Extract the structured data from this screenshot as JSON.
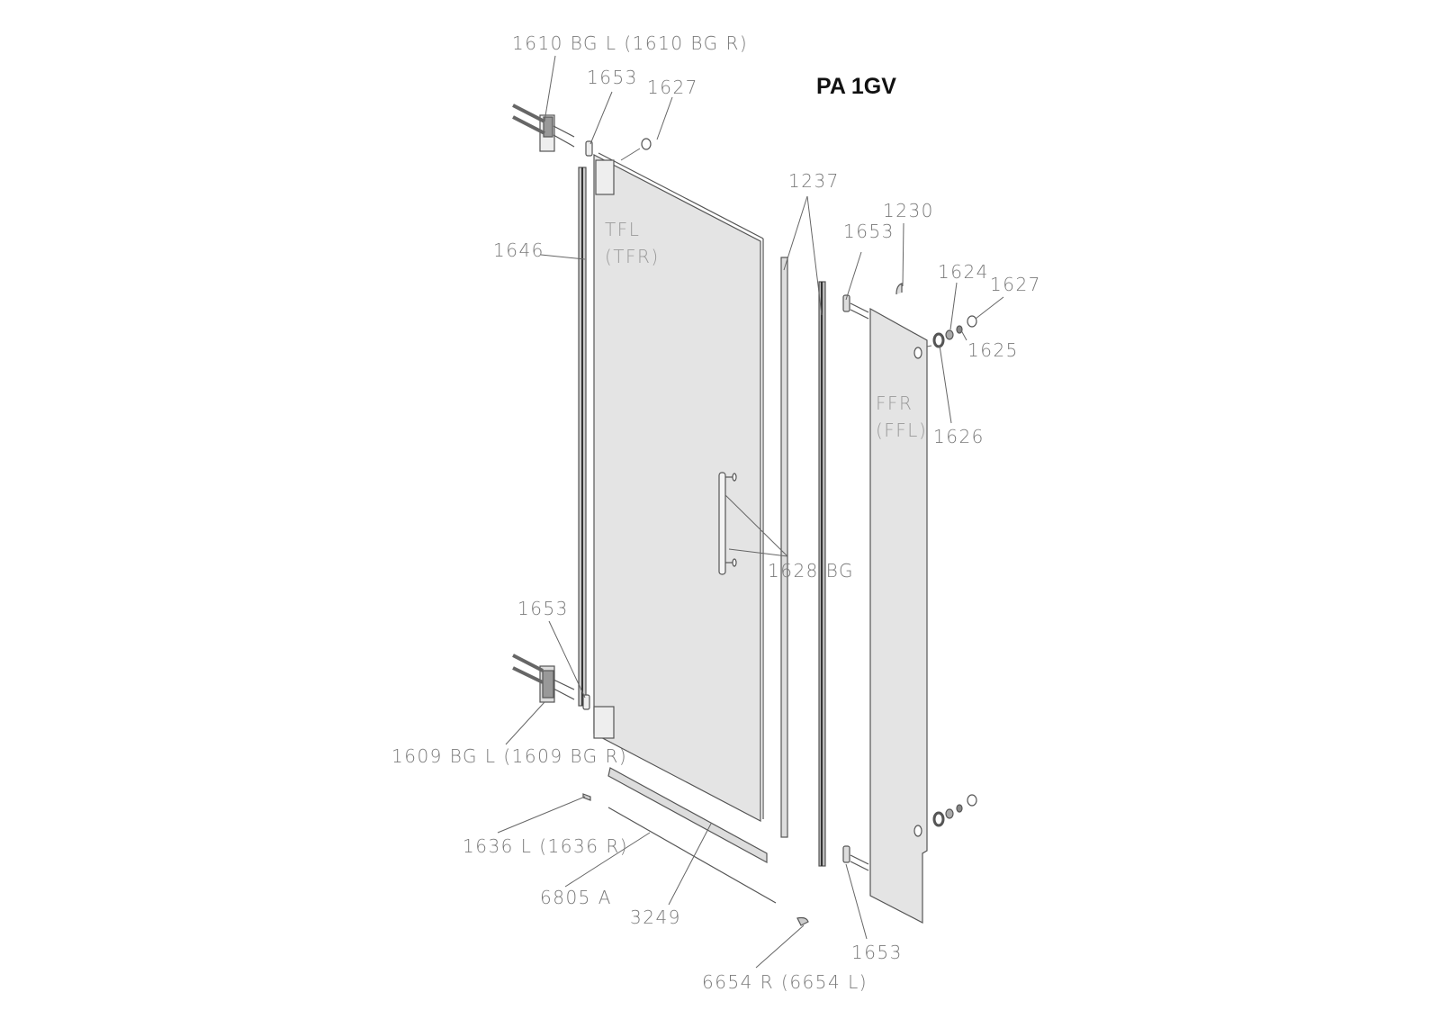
{
  "title": "PA 1GV",
  "panels": {
    "door": [
      "TFL",
      "(TFR)"
    ],
    "fixed": [
      "FFR",
      "(FFL)"
    ]
  },
  "parts": {
    "top_hinge": "1610 BG L (1610 BG R)",
    "cap_top_left": "1653",
    "cover_top_left": "1627",
    "seal_1237": "1237",
    "clip_1230": "1230",
    "cap_right_top": "1653",
    "washer_1624": "1624",
    "cover_right": "1627",
    "nut_1625": "1625",
    "gasket_1626": "1626",
    "seal_1646": "1646",
    "handle": "1628 BG",
    "cap_bottom_left": "1653",
    "bottom_hinge": "1609 BG L (1609 BG R)",
    "end_cap": "1636 L (1636 R)",
    "rod": "6805 A",
    "sweep_profile": "3249",
    "cap_right_bottom": "1653",
    "end_piece": "6654 R (6654 L)"
  }
}
